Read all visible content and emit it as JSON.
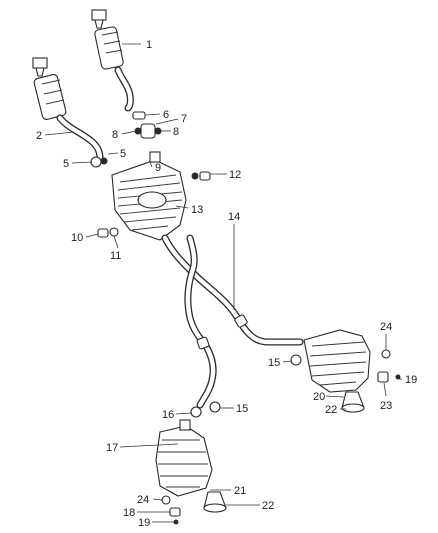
{
  "diagram": {
    "callouts": {
      "c1": "1",
      "c2": "2",
      "c5a": "5",
      "c5b": "5",
      "c6": "6",
      "c7": "7",
      "c8a": "8",
      "c8b": "8",
      "c9": "9",
      "c10": "10",
      "c11": "11",
      "c12": "12",
      "c13": "13",
      "c14": "14",
      "c15a": "15",
      "c15b": "15",
      "c16": "16",
      "c17": "17",
      "c18": "18",
      "c19a": "19",
      "c19b": "19",
      "c20": "20",
      "c21": "21",
      "c22a": "22",
      "c22b": "22",
      "c23": "23",
      "c24a": "24",
      "c24b": "24"
    }
  }
}
